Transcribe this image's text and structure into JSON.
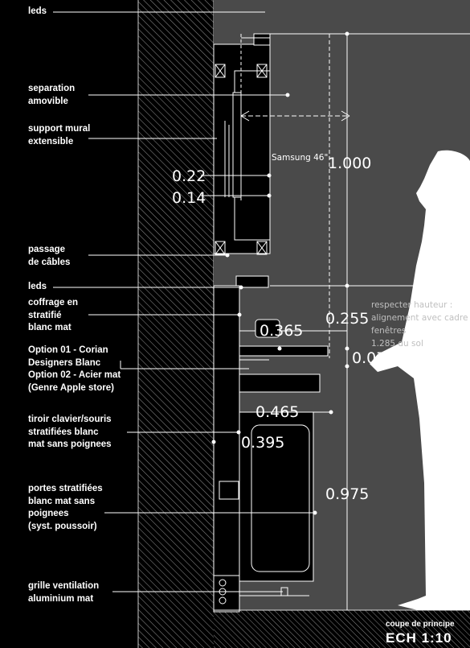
{
  "labels": {
    "leds_top": "leds",
    "separation": "separation\namovible",
    "support": "support mural\nextensible",
    "passage": "passage\nde câbles",
    "leds_mid": "leds",
    "coffrage": "coffrage en\nstratifié\nblanc mat",
    "option": "Option 01 - Corian\nDesigners Blanc\nOption 02 - Acier mat\n(Genre Apple store)",
    "tiroir": "tiroir clavier/souris\nstratifiées blanc\nmat sans poignees",
    "portes": "portes  stratifiées\nblanc mat sans\npoignees\n(syst. poussoir)",
    "grille": "grille ventilation\naluminium mat"
  },
  "dimensions": {
    "d1000": "1.000",
    "d022": "0.22",
    "d014": "0.14",
    "d0365": "0.365",
    "d0255": "0.255",
    "d0070": "0.070",
    "d0465": "0.465",
    "d0395": "0.395",
    "d0975": "0.975"
  },
  "screen_label": "Samsung 46\"",
  "note": "respecter hauteur :\nalignement avec cadre\nfenêtres\n1.285 du sol",
  "title": {
    "line1": "coupe de principe",
    "line2": "ECH  1:10"
  },
  "colors": {
    "background": "#000000",
    "panel": "#4a4a4a",
    "line": "#ffffff",
    "hatch": "#9a9a9a"
  }
}
